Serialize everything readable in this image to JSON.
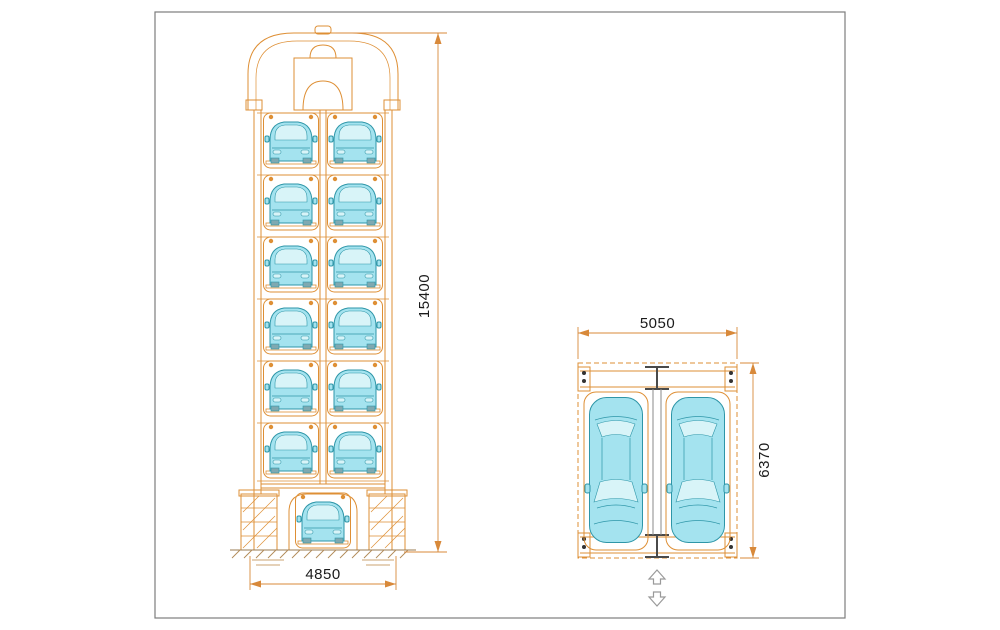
{
  "drawing": {
    "views": {
      "front_elevation": {
        "height_dimension": "15400",
        "width_dimension": "4850",
        "levels": 6,
        "columns": 2,
        "suspended_cars_visible": 12,
        "ground_level_cars": 1
      },
      "plan": {
        "width_dimension": "5050",
        "depth_dimension": "6370",
        "cars_visible": 2
      }
    },
    "colors": {
      "structure_line": "#de8f35",
      "car_fill": "#a4e3ef",
      "car_glass": "#d8f4f8",
      "car_outline": "#2e96a8",
      "dimension_line": "#d8893a",
      "dimension_text": "#1b1b1b",
      "frame_border": "#7d7d7d"
    }
  }
}
